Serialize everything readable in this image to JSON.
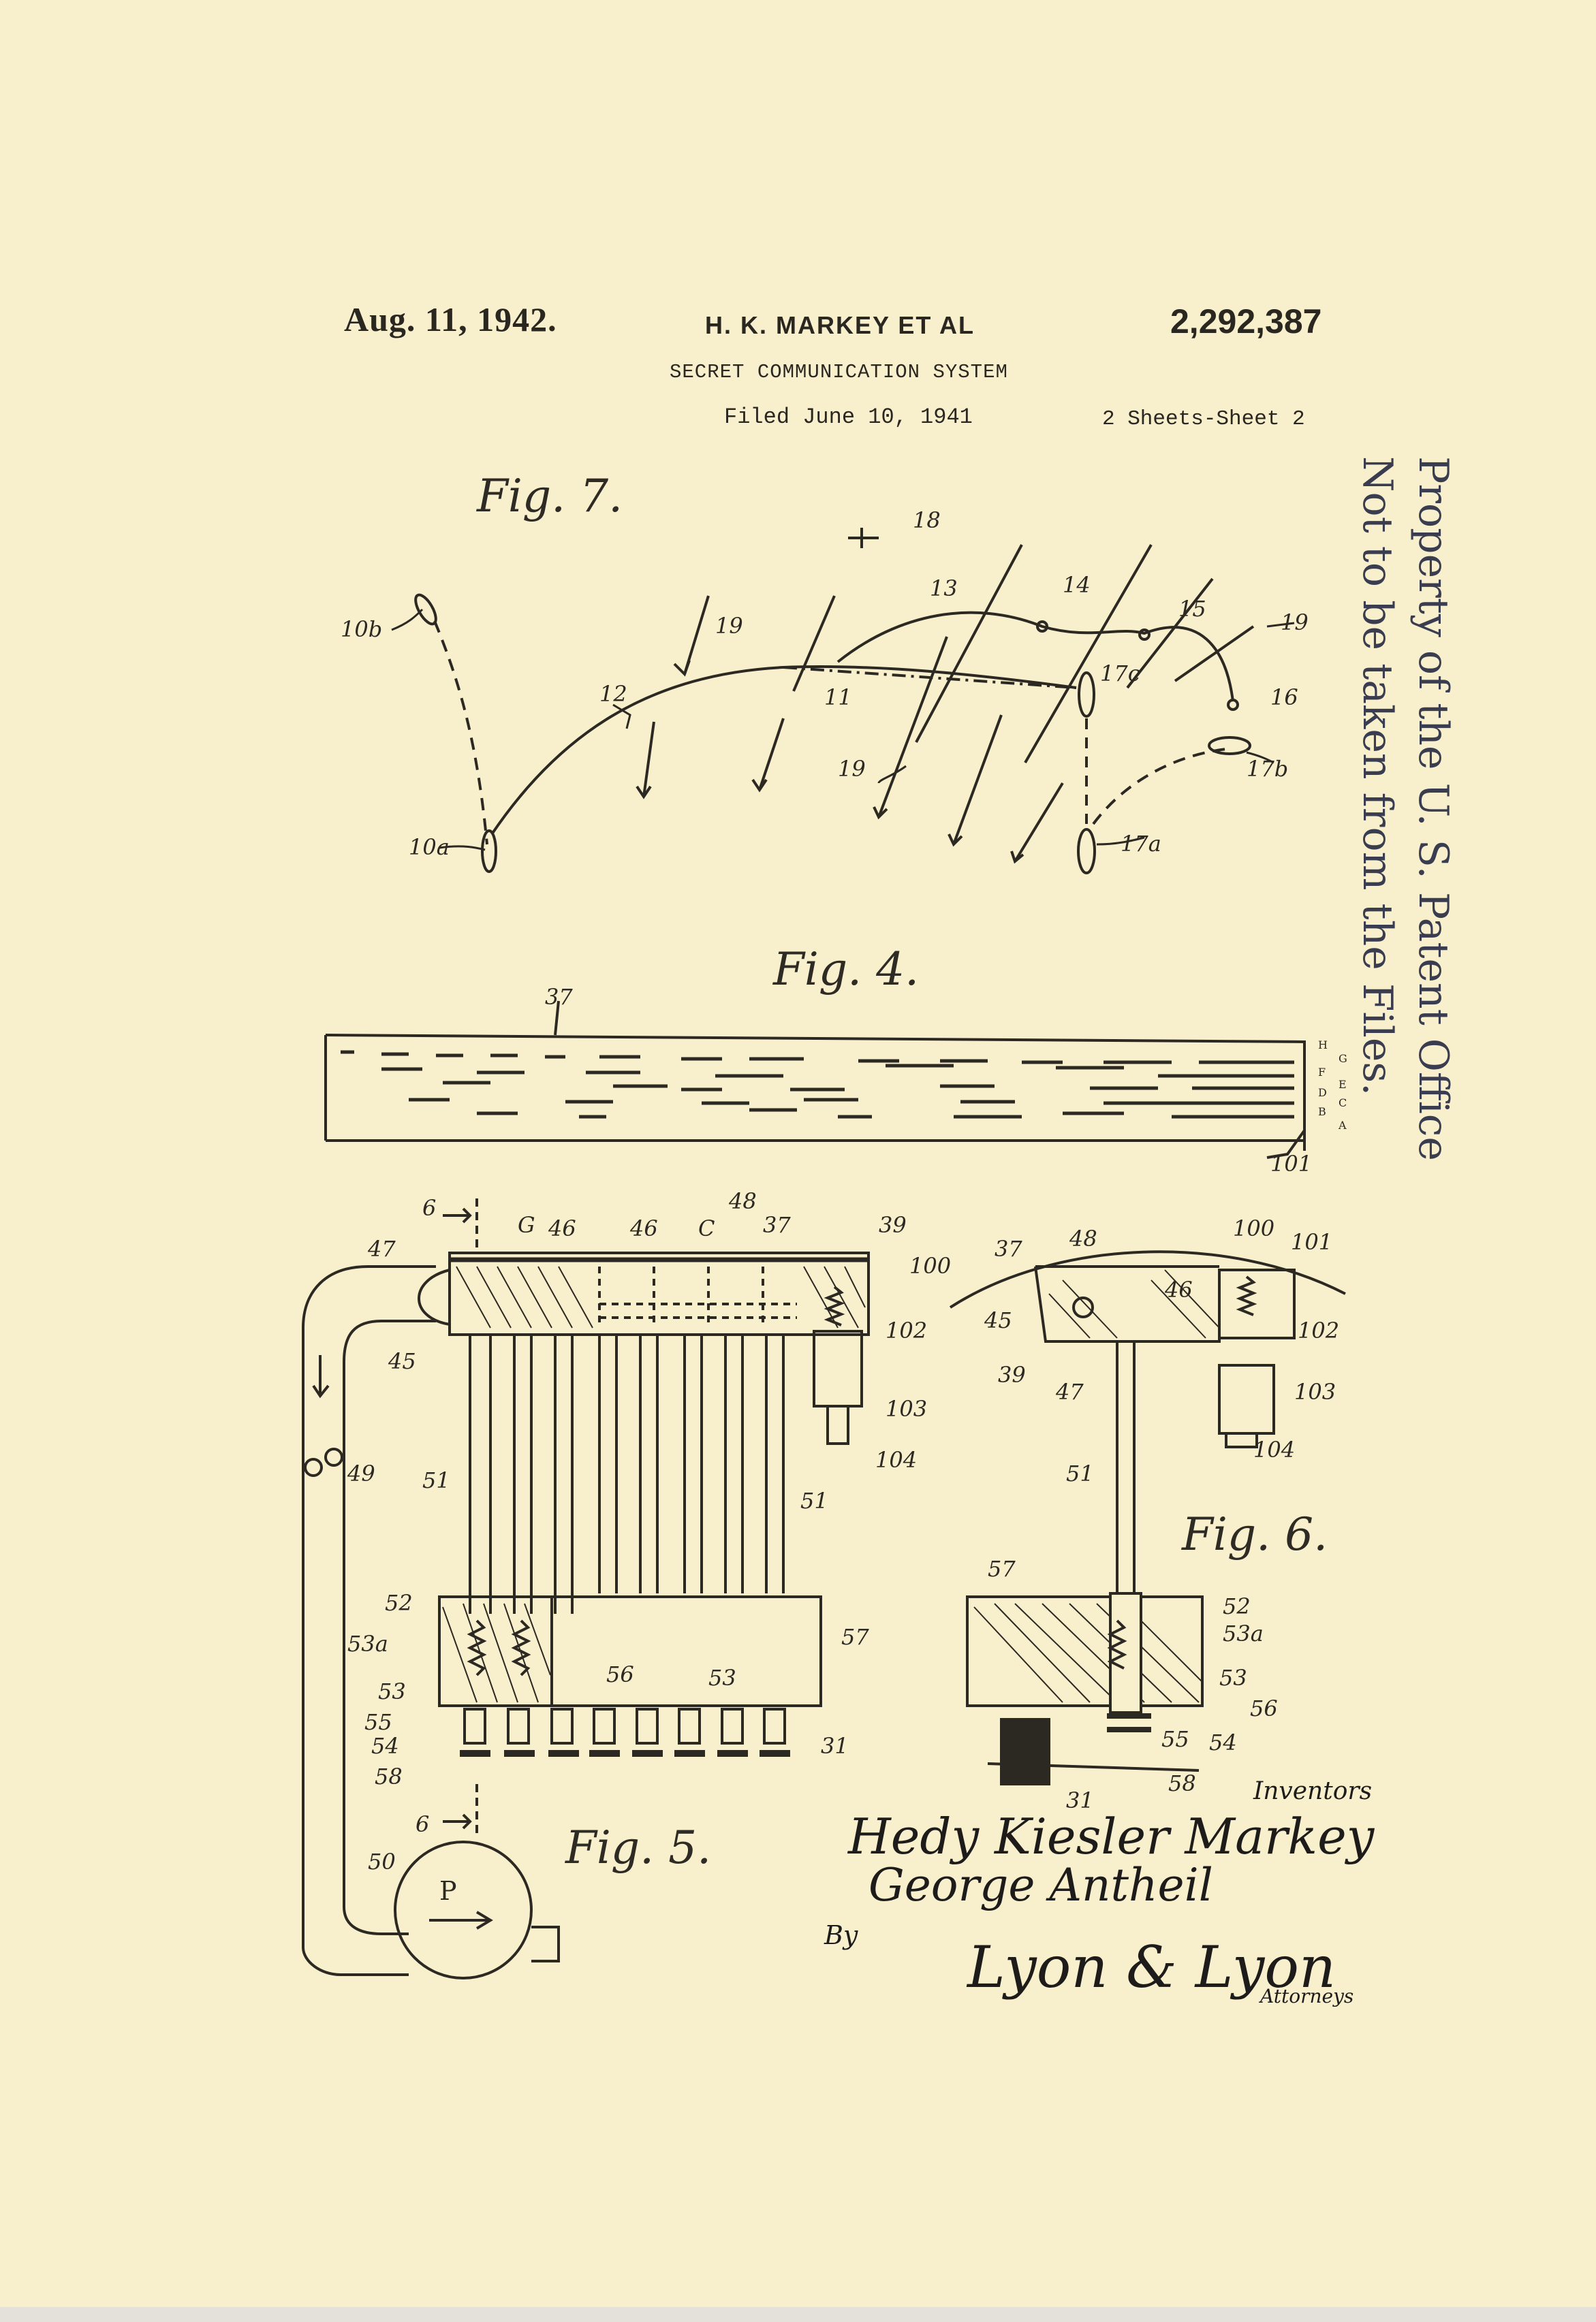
{
  "header": {
    "date": "Aug. 11, 1942.",
    "inventor": "H. K. MARKEY ET AL",
    "patent_number": "2,292,387",
    "title": "SECRET COMMUNICATION SYSTEM",
    "filed": "Filed June 10, 1941",
    "sheets": "2 Sheets-Sheet 2"
  },
  "stamp": {
    "line1": "Property of the U. S. Patent Office",
    "line2": "Not to be taken from the Files."
  },
  "figures": {
    "fig7": "Fig. 7.",
    "fig4": "Fig. 4.",
    "fig5": "Fig. 5.",
    "fig6": "Fig. 6."
  },
  "fig7_labels": [
    "10b",
    "19",
    "13",
    "14",
    "15",
    "19",
    "18",
    "12",
    "11",
    "17c",
    "16",
    "17b",
    "19",
    "10a",
    "17a"
  ],
  "fig4_labels": [
    "37",
    "101",
    "H",
    "G",
    "F",
    "E",
    "D",
    "C",
    "B",
    "A"
  ],
  "fig5_labels": [
    "6",
    "G",
    "46",
    "46",
    "C",
    "48",
    "37",
    "39",
    "100",
    "47",
    "45",
    "102",
    "103",
    "104",
    "51",
    "51",
    "49",
    "52",
    "53a",
    "53",
    "55",
    "54",
    "58",
    "56",
    "53",
    "57",
    "31",
    "6",
    "50",
    "P"
  ],
  "fig6_labels": [
    "37",
    "48",
    "100",
    "101",
    "45",
    "46",
    "102",
    "39",
    "47",
    "103",
    "104",
    "51",
    "57",
    "52",
    "53a",
    "53",
    "56",
    "55",
    "54",
    "58",
    "31"
  ],
  "signature": {
    "inventors_caption": "Inventors",
    "name1": "Hedy Kiesler Markey",
    "name2": "George Antheil",
    "by": "By",
    "attorney": "Lyon & Lyon",
    "attorneys_caption": "Attorneys"
  }
}
